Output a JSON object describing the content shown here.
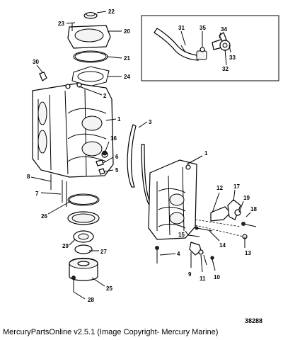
{
  "diagram": {
    "callouts": [
      "1",
      "2",
      "3",
      "4",
      "5",
      "6",
      "7",
      "8",
      "9",
      "10",
      "11",
      "12",
      "13",
      "14",
      "15",
      "16",
      "17",
      "18",
      "19",
      "20",
      "21",
      "22",
      "23",
      "24",
      "25",
      "26",
      "27",
      "28",
      "29",
      "30",
      "31",
      "32",
      "33",
      "34",
      "35"
    ],
    "drawing_number": "38288"
  },
  "caption": "MercuryPartsOnline v2.5.1 (Image Copyright- Mercury Marine)"
}
